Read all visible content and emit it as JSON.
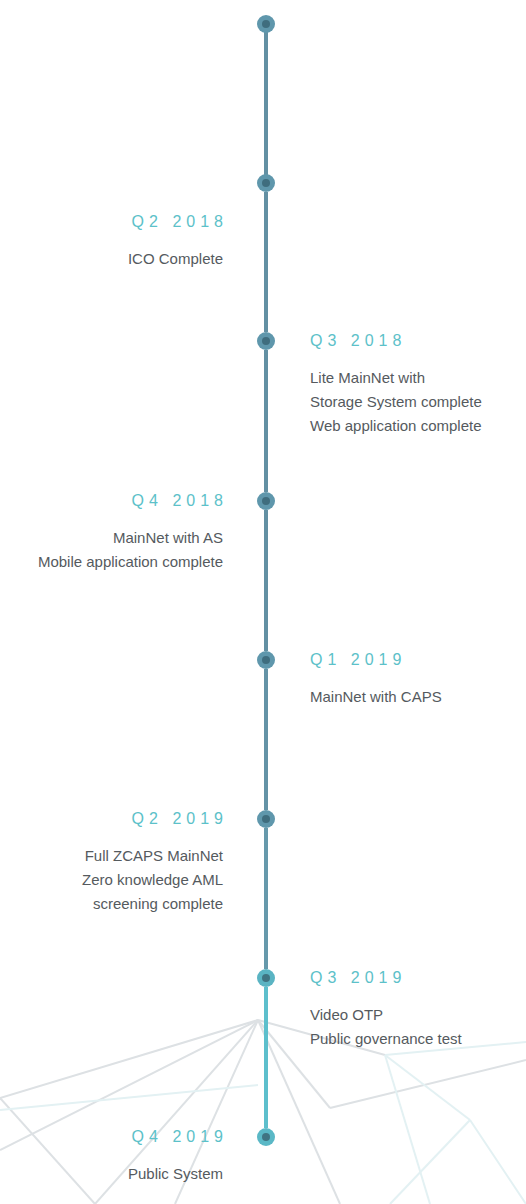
{
  "diagram": {
    "nodes": [
      {
        "text": [
          "Q2 2018",
          "ICO Complete"
        ]
      },
      {
        "text": [
          "Q3 2018",
          "Lite MainNet with Storage System complete",
          "Web application complete"
        ]
      },
      {
        "text": [
          "Q4 2018",
          "MainNet with AS",
          "Mobile application complete"
        ]
      },
      {
        "text": [
          "Q1 2019",
          "MainNet with CAPS"
        ]
      },
      {
        "text": [
          "Q2 2019",
          "Full ZCAPS MainNet",
          "Zero knowledge AML screening complete"
        ]
      },
      {
        "text": [
          "Q3 2019",
          "Video OTP",
          "Public governance test"
        ]
      },
      {
        "text": [
          "Q4 2019",
          "Public System"
        ]
      }
    ],
    "edges": [
      {
        "from": 0,
        "to": 1,
        "arrow": "none"
      },
      {
        "from": 1,
        "to": 2,
        "arrow": "none"
      },
      {
        "from": 2,
        "to": 3,
        "arrow": "none"
      },
      {
        "from": 3,
        "to": 4,
        "arrow": "none"
      },
      {
        "from": 4,
        "to": 5,
        "arrow": "none"
      },
      {
        "from": 5,
        "to": 6,
        "arrow": "none"
      }
    ]
  }
}
